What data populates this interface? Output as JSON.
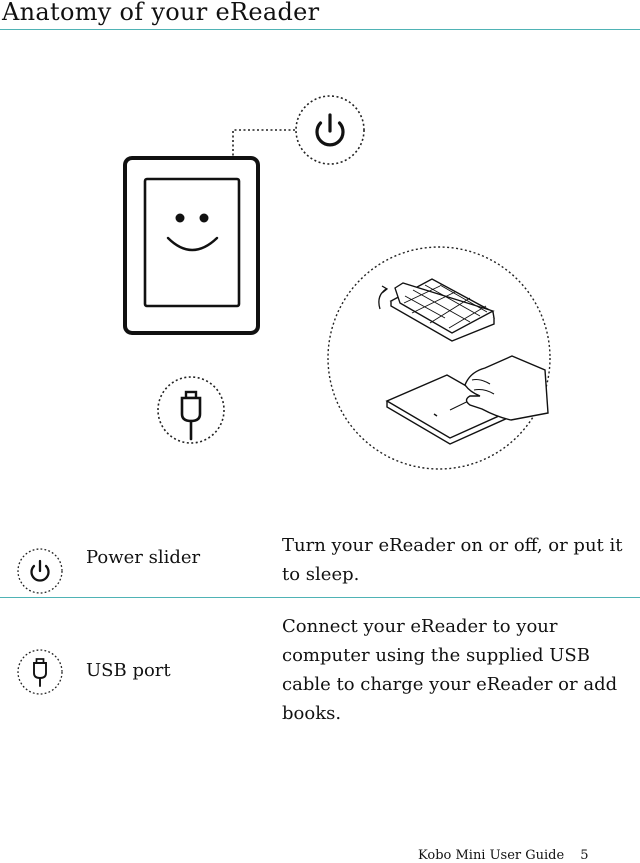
{
  "page": {
    "title": "Anatomy of your eReader",
    "accent_color": "#4fb3b5"
  },
  "illustration": {
    "icons": [
      "power-icon",
      "usb-icon",
      "ereader-device",
      "sleep-cover-illustration"
    ]
  },
  "rows": [
    {
      "icon": "power-icon",
      "label": "Power slider",
      "description": "Turn your eReader on or off, or put it to sleep."
    },
    {
      "icon": "usb-icon",
      "label": "USB port",
      "description": "Connect your eReader to your computer using the supplied USB cable to charge your eReader or add books."
    }
  ],
  "footer": {
    "guide_name": "Kobo Mini User Guide",
    "page_number": "5"
  }
}
